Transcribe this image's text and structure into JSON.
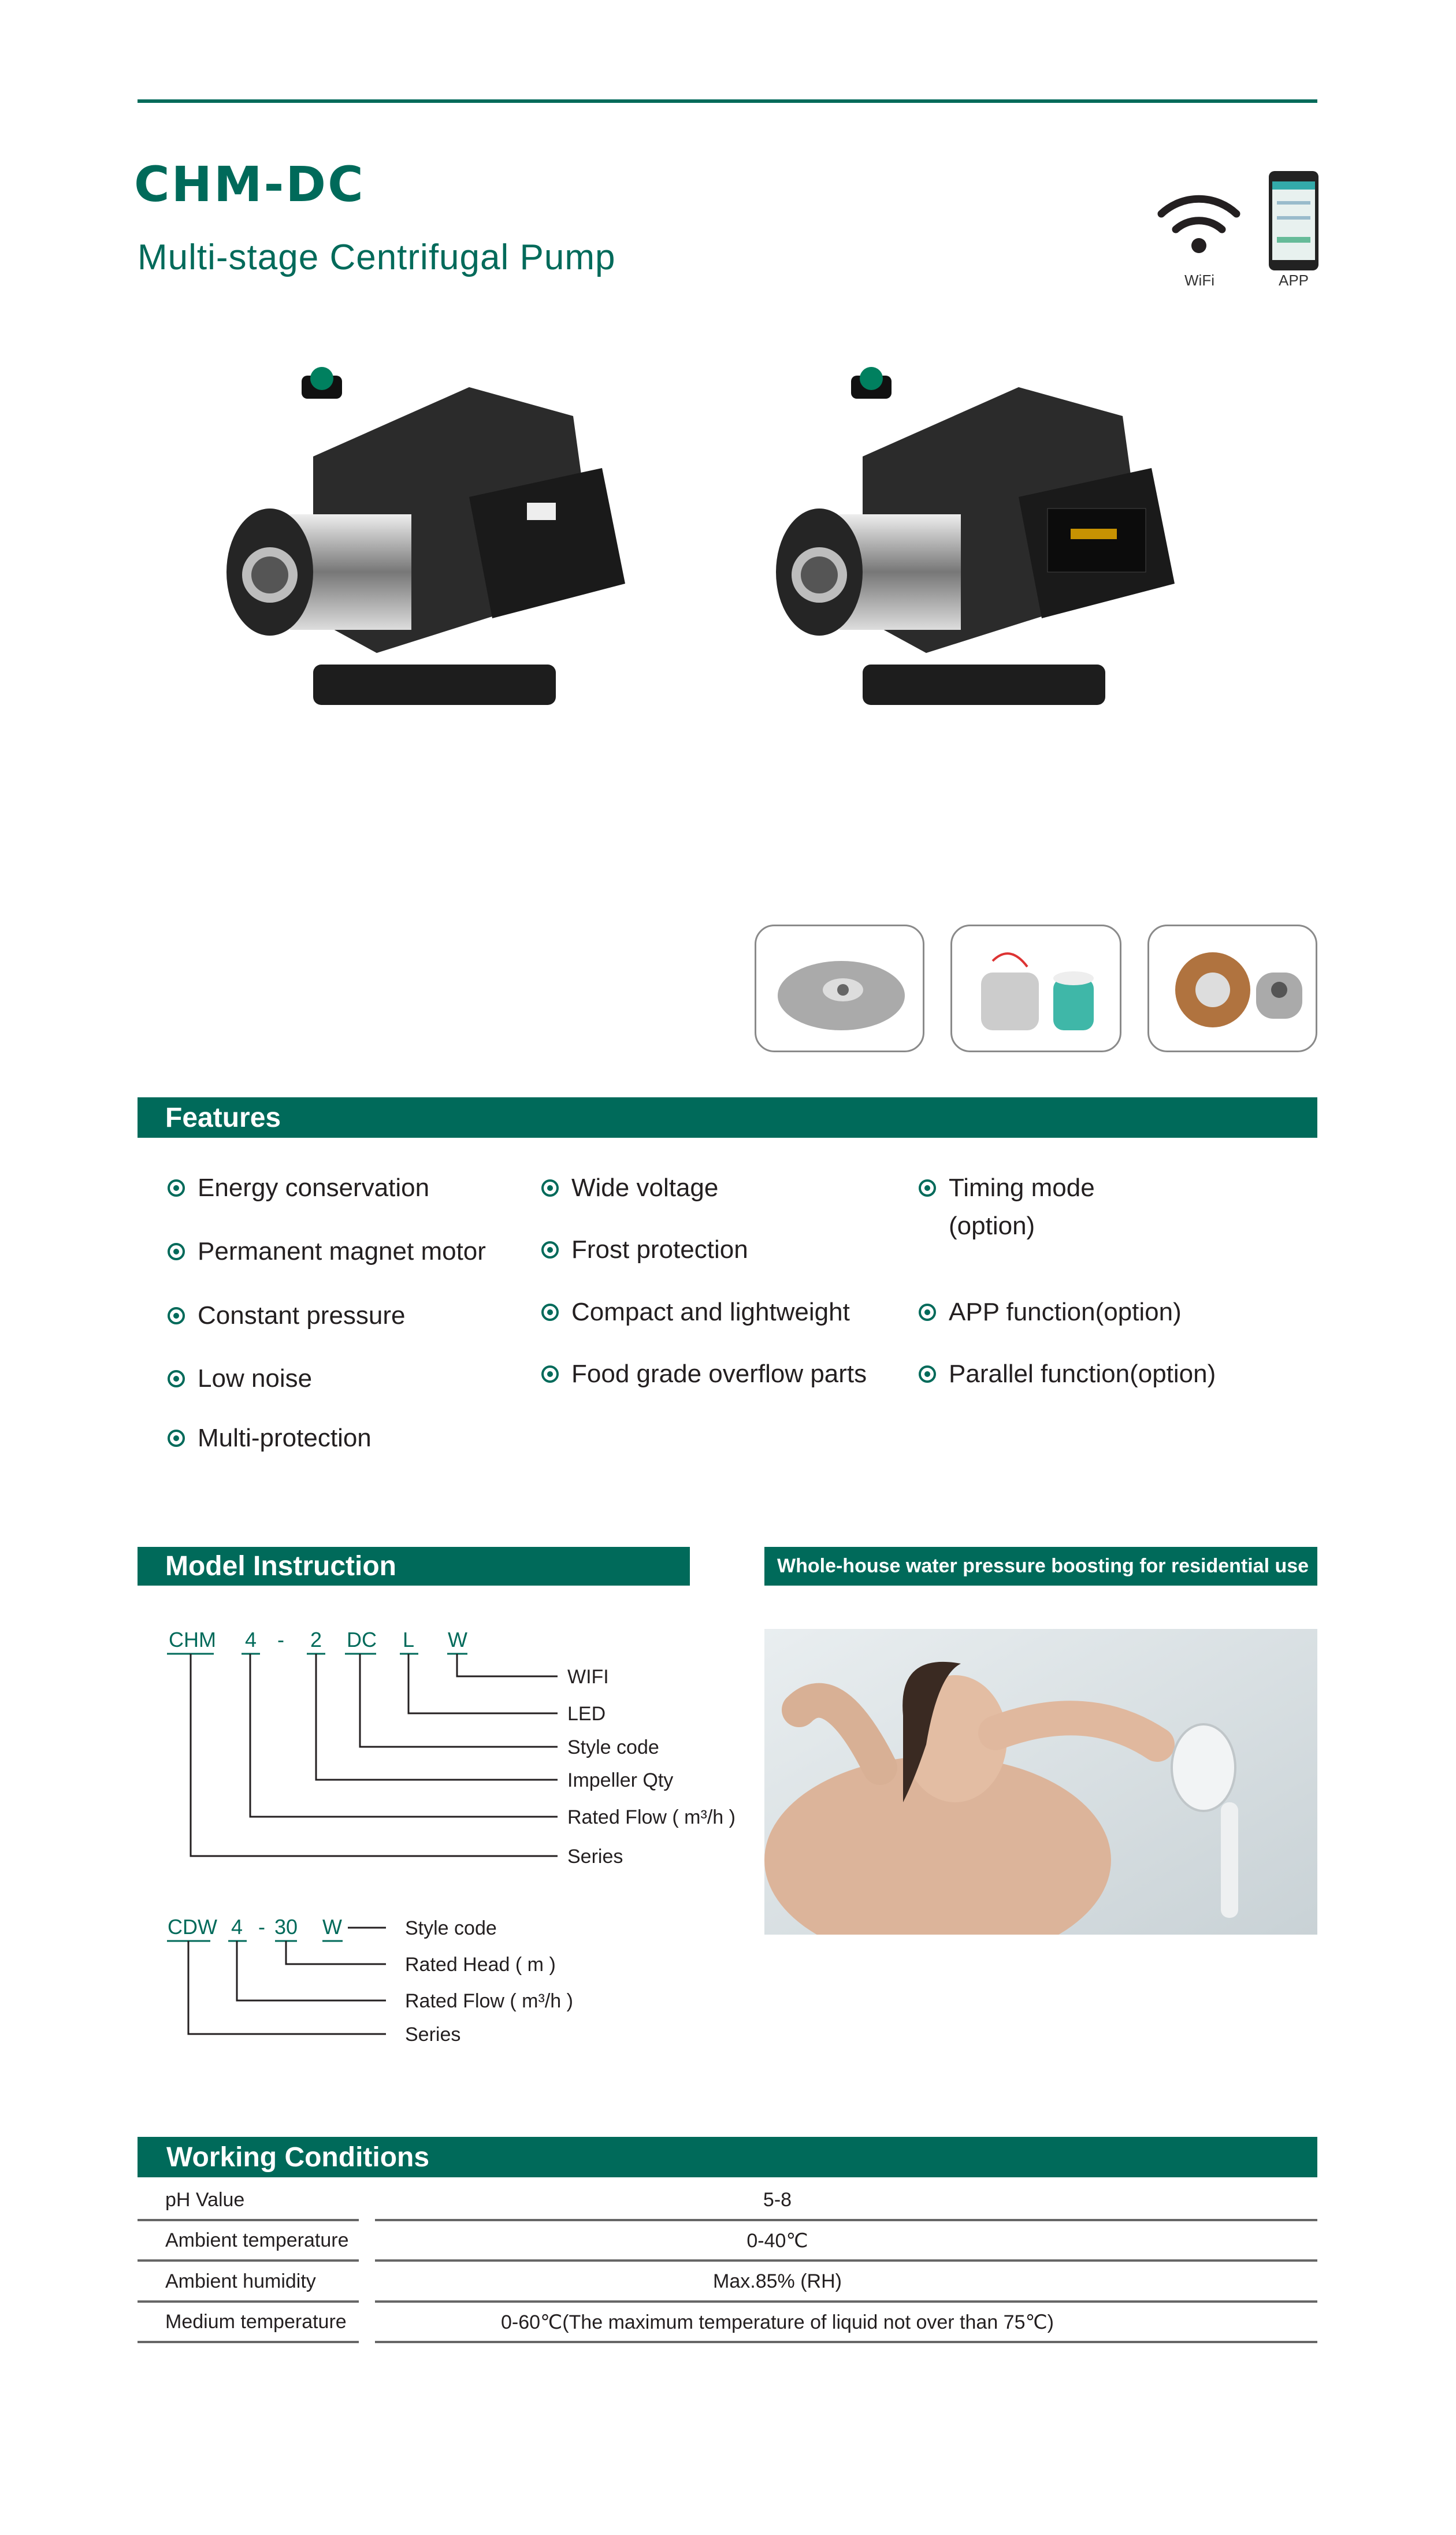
{
  "header": {
    "title": "CHM-DC",
    "subtitle": "Multi-stage Centrifugal Pump",
    "wifi_label": "WiFi",
    "app_label": "APP"
  },
  "features": {
    "title": "Features",
    "columns": [
      [
        "Energy conservation",
        "Permanent magnet motor",
        "Constant pressure",
        "Low noise",
        "Multi-protection"
      ],
      [
        "Wide voltage",
        "Frost protection",
        "Compact and lightweight",
        "Food grade overflow parts"
      ],
      [
        "Timing mode",
        "(option)",
        "APP function(option)",
        "Parallel function(option)"
      ]
    ]
  },
  "model": {
    "title": "Model Instruction",
    "code1": {
      "parts": [
        "CHM",
        "4",
        "-",
        "2",
        "DC",
        "L",
        "W"
      ],
      "labels": [
        "WIFI",
        "LED",
        "Style code",
        "Impeller Qty",
        "Rated Flow ( m³/h )",
        "Series"
      ]
    },
    "code2": {
      "parts": [
        "CDW",
        "4",
        "-",
        "30",
        "W"
      ],
      "labels": [
        "Style code",
        "Rated Head ( m )",
        "Rated Flow ( m³/h )",
        "Series"
      ]
    }
  },
  "usage": {
    "title": "Whole-house water pressure boosting for residential use"
  },
  "working": {
    "title": "Working Conditions",
    "rows": [
      {
        "label": "pH Value",
        "value": "5-8"
      },
      {
        "label": "Ambient temperature",
        "value": "0-40℃"
      },
      {
        "label": "Ambient humidity",
        "value": "Max.85% (RH)"
      },
      {
        "label": "Medium temperature",
        "value": "0-60℃(The maximum temperature of liquid not over than 75℃)"
      }
    ]
  },
  "colors": {
    "brand": "#006a5a",
    "text": "#231f20"
  }
}
